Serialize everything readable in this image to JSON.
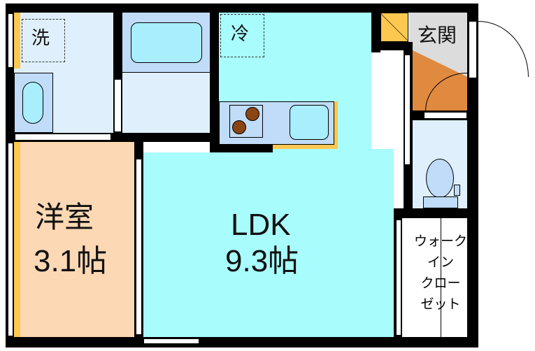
{
  "rooms": {
    "western": {
      "name": "洋室",
      "size": "3.1帖"
    },
    "ldk": {
      "name": "LDK",
      "size": "9.3帖"
    },
    "entrance": {
      "name": "玄関"
    },
    "closet": {
      "lines": [
        "ウォーク",
        "イン",
        "クロー",
        "ゼット"
      ]
    }
  },
  "fixtures": {
    "washer": "洗",
    "fridge": "冷"
  },
  "colors": {
    "ldk": "#a8fcfc",
    "western": "#fcd8b4",
    "wet": "#dff0fc",
    "fixture": "#c0dcf8",
    "entrance_floor": "#e08a40",
    "entrance": "#dcdcdc",
    "cabinet": "#fcc850"
  }
}
